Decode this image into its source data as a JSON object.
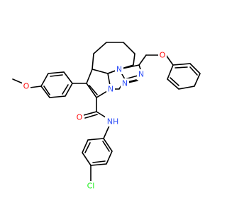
{
  "molecule": {
    "atoms": {
      "o_methoxy": {
        "text": "O",
        "color": "#ff0d0d"
      },
      "o_phenoxy": {
        "text": "O",
        "color": "#ff0d0d"
      },
      "o_carbonyl": {
        "text": "O",
        "color": "#ff0d0d"
      },
      "n_ring_top": {
        "text": "N",
        "color": "#3050f8"
      },
      "n_ring_bridge": {
        "text": "N",
        "color": "#3050f8"
      },
      "n_ring_left": {
        "text": "N",
        "color": "#3050f8"
      },
      "n_ring_right": {
        "text": "N",
        "color": "#3050f8"
      },
      "nh_amide": {
        "text": "NH",
        "color": "#3050f8"
      },
      "cl": {
        "text": "Cl",
        "color": "#1ff01f"
      }
    }
  }
}
